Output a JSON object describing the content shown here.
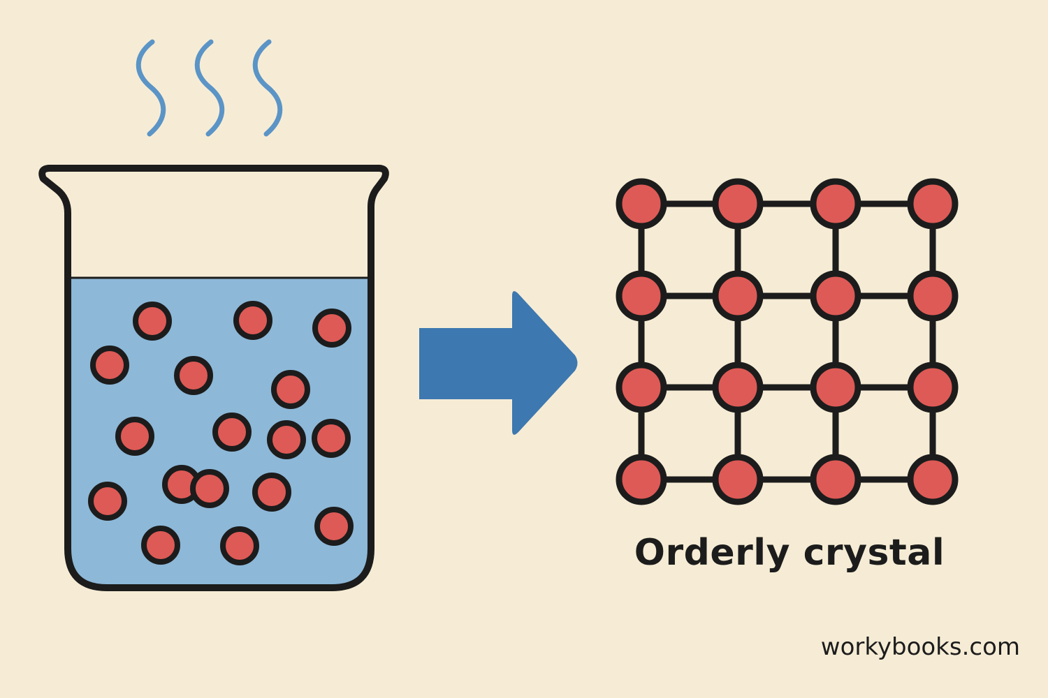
{
  "colors": {
    "background": "#f6ecd5",
    "outline": "#1c1c1c",
    "solution": "#8db8d8",
    "particle": "#de5a56",
    "arrow": "#3d78b0",
    "steam": "#5b94c6"
  },
  "labels": {
    "crystal": "Orderly crystal",
    "watermark": "workybooks.com"
  },
  "icons": {
    "steam": "steam-wavy-lines-icon",
    "beaker": "beaker-icon",
    "arrow": "right-arrow-icon",
    "lattice": "crystal-lattice-icon"
  },
  "solution_particle_count": 17,
  "lattice": {
    "rows": 4,
    "columns": 4
  }
}
